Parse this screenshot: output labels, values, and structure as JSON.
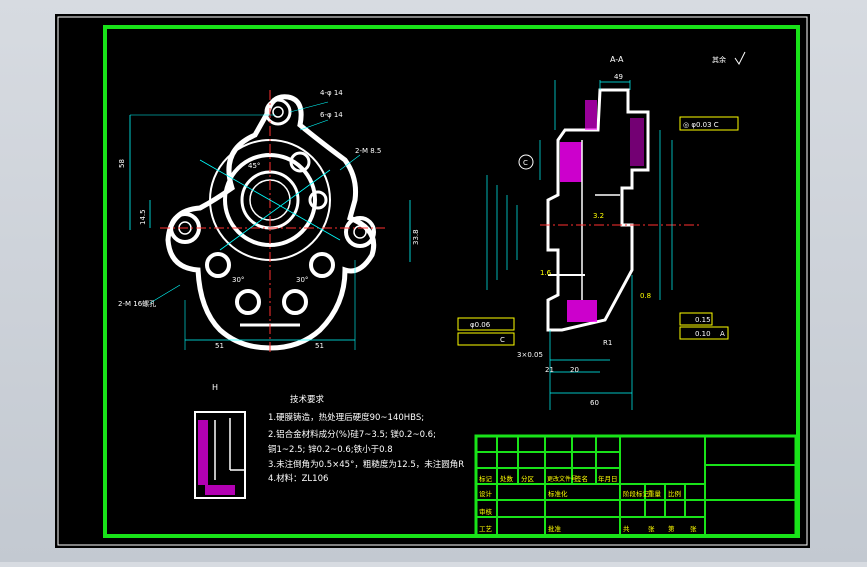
{
  "colors": {
    "frame": "#19e319",
    "line": "#ffffff",
    "dim": "#00ffff",
    "callout": "#ffff00",
    "section": "#ff00ff",
    "center": "#ff3030",
    "background": "#000000",
    "surround": "#c9ced5"
  },
  "top_view": {
    "label_4xm4": "4-φ 14",
    "label_6x14": "6-φ 14",
    "label_2m": "2-M 8.5",
    "label_thread": "2-M 16螺孔",
    "label_51a": "51",
    "label_51b": "51",
    "label_width_left": "58",
    "label_height_mid": "14.5",
    "label_height_right": "33.8",
    "label_30a": "30°",
    "label_30b": "30°",
    "label_45": "45°"
  },
  "section_view": {
    "title": "A-A",
    "label_c": "C",
    "label_60": "60",
    "label_49": "49",
    "label_21": "21",
    "label_20": "20",
    "label_3x": "3×0.05",
    "label_r1": "R1",
    "label_16": "1.6",
    "label_32": "3.2",
    "label_08": "0.8"
  },
  "callouts": {
    "runout": "◎ φ0.03 C",
    "flatness_a": "0.15",
    "flatness_b": "0.10",
    "datum_a": "A",
    "position_a": "φ0.06",
    "position_b": "C",
    "rough_mark": "其余"
  },
  "small_view": {
    "label": "H"
  },
  "tech_requirements": {
    "title": "技术要求",
    "lines": [
      "1.硬膜铸造，热处理后硬度90~140HBS;",
      "2.铝合金材料成分(%)硅7~3.5; 镁0.2~0.6;",
      "  铜1~2.5; 锌0.2~0.6;铁小于0.8",
      "3.未注倒角为0.5×45°，粗糙度为12.5，未注圆角R",
      "4.材料：ZL106"
    ]
  },
  "title_block": {
    "row1": [
      "标记",
      "处数",
      "分区",
      "更改文件号",
      "签名",
      "年月日"
    ],
    "row2": [
      "设计",
      "标准化"
    ],
    "row2_right": [
      "阶段标记",
      "重量",
      "比例"
    ],
    "row3": [
      "审核"
    ],
    "row4": [
      "工艺",
      "批准"
    ],
    "row4_right": [
      "共",
      "张",
      "第",
      "张"
    ]
  }
}
